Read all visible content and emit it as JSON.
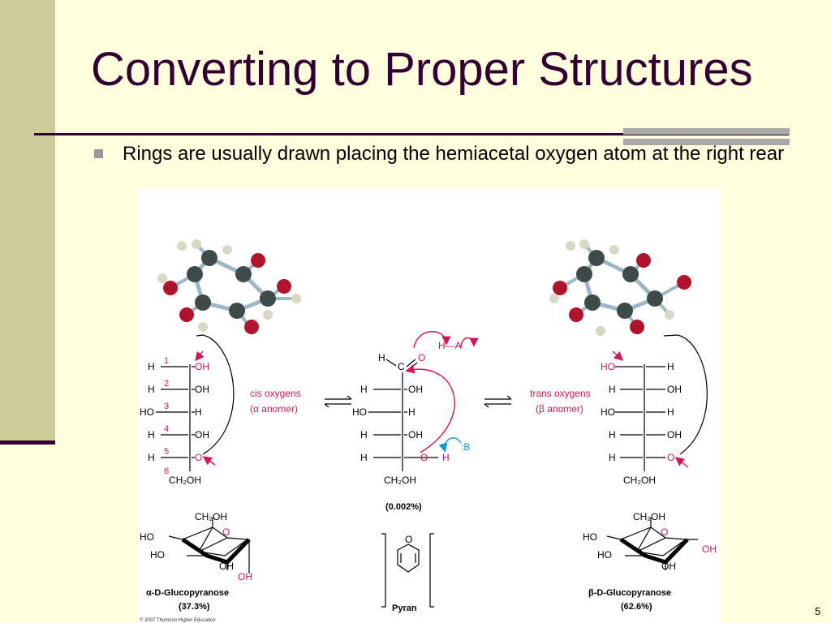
{
  "slide": {
    "title": "Converting to Proper Structures",
    "bullet": "Rings are usually drawn placing the hemiacetal oxygen atom at the right rear",
    "number": "5"
  },
  "figure": {
    "left_chain": {
      "labels": [
        "H",
        "OH",
        "H",
        "OH",
        "HO",
        "H",
        "H",
        "OH",
        "H",
        "O",
        "CH₂OH"
      ],
      "numbers": [
        "1",
        "2",
        "3",
        "4",
        "5",
        "6"
      ]
    },
    "left_caption": [
      "cis oxygens",
      "(α anomer)"
    ],
    "right_caption": [
      "trans oxygens",
      "(β anomer)"
    ],
    "center_chain": {
      "top": [
        "H",
        "C",
        "O"
      ],
      "labels": [
        "H",
        "OH",
        "HO",
        "H",
        "H",
        "OH",
        "H",
        "O",
        "H",
        "CH₂OH"
      ]
    },
    "reagents": {
      "acid": "H—A",
      "base": ":B"
    },
    "center_percent": "(0.002%)",
    "right_chain": {
      "labels": [
        "HO",
        "H",
        "H",
        "OH",
        "HO",
        "H",
        "H",
        "OH",
        "H",
        "O",
        "CH₂OH"
      ]
    },
    "alpha": {
      "name": "α-D-Glucopyranose",
      "percent": "(37.3%)"
    },
    "beta": {
      "name": "β-D-Glucopyranose",
      "percent": "(62.6%)"
    },
    "pyran": "Pyran",
    "ring_labels": {
      "ch2oh": "CH₂OH",
      "ho": "HO",
      "oh": "OH",
      "o": "O"
    },
    "copyright": "© 2007 Thomson Higher Education",
    "colors": {
      "bond_pink": "#d4145a",
      "blue": "#0b9bd8",
      "oxygen": "#b0142c",
      "carbon": "#3f4a4a",
      "hydrogen": "#d8d8c4"
    }
  }
}
